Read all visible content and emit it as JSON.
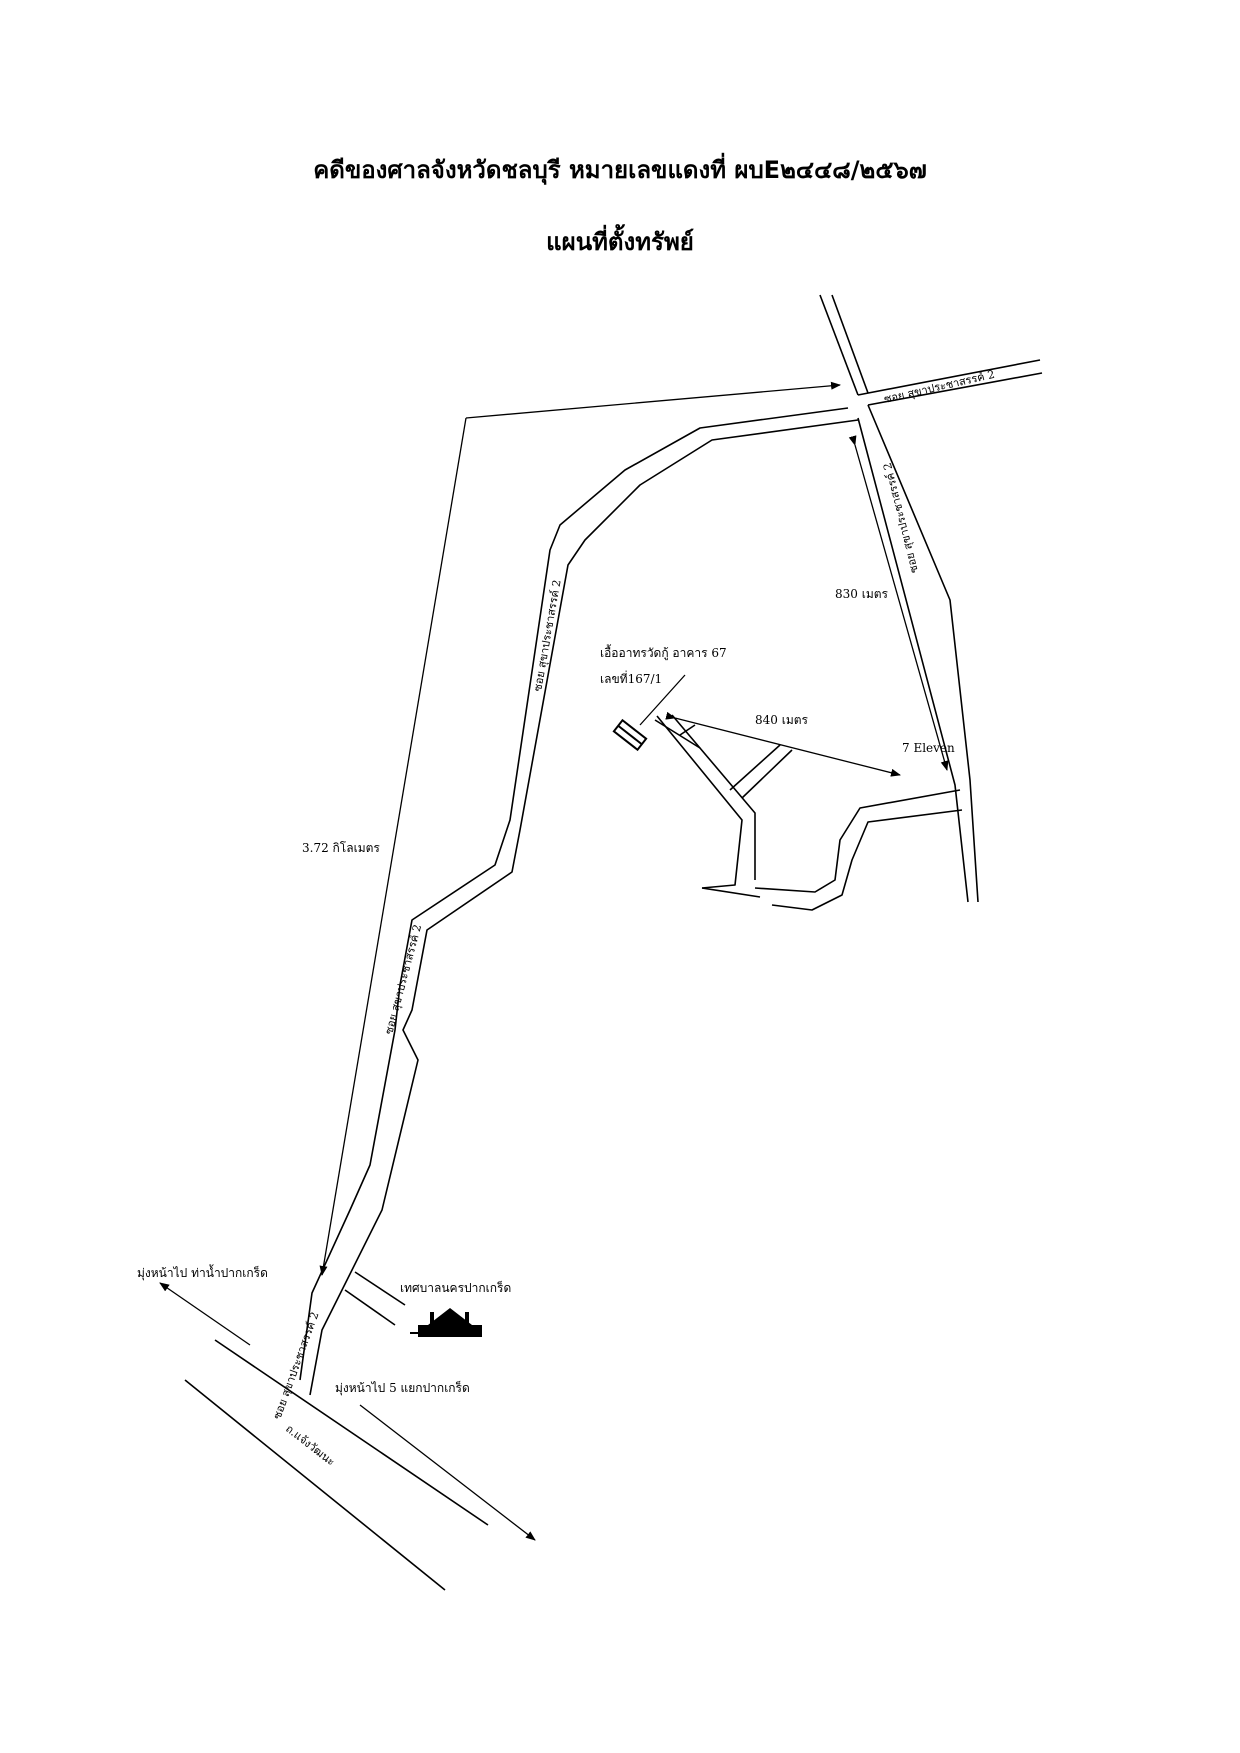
{
  "header": {
    "case_title": "คดีของศาลจังหวัดชลบุรี หมายเลขแดงที่ ผบE๒๔๔๘/๒๕๖๗",
    "map_title": "แผนที่ตั้งทรัพย์"
  },
  "map": {
    "labels": {
      "road_top": "ซอย สุขาประชาสรรค์ 2",
      "road_right": "ซอย สุขาประชาสรรค์ 2",
      "road_main_upper": "ซอย สุขาประชาสรรค์ 2",
      "road_main_middle": "ซอย สุขาประชาสรรค์ 2",
      "road_main_lower": "ซอย สุขาประชาสรรค์ 2",
      "road_bottom": "ถ.แจ้งวัฒนะ",
      "property_line1": "เอื้ออาทรวัดกู้ อาคาร 67",
      "property_line2": "เลขที่167/1",
      "dist_830": "830 เมตร",
      "dist_840": "840 เมตร",
      "dist_372": "3.72 กิโลเมตร",
      "seven_eleven": "7 Eleven",
      "municipality": "เทศบาลนครปากเกร็ด",
      "dir_pier": "มุ่งหน้าไป ท่าน้ำปากเกร็ด",
      "dir_junction": "มุ่งหน้าไป 5 แยกปากเกร็ด"
    }
  }
}
